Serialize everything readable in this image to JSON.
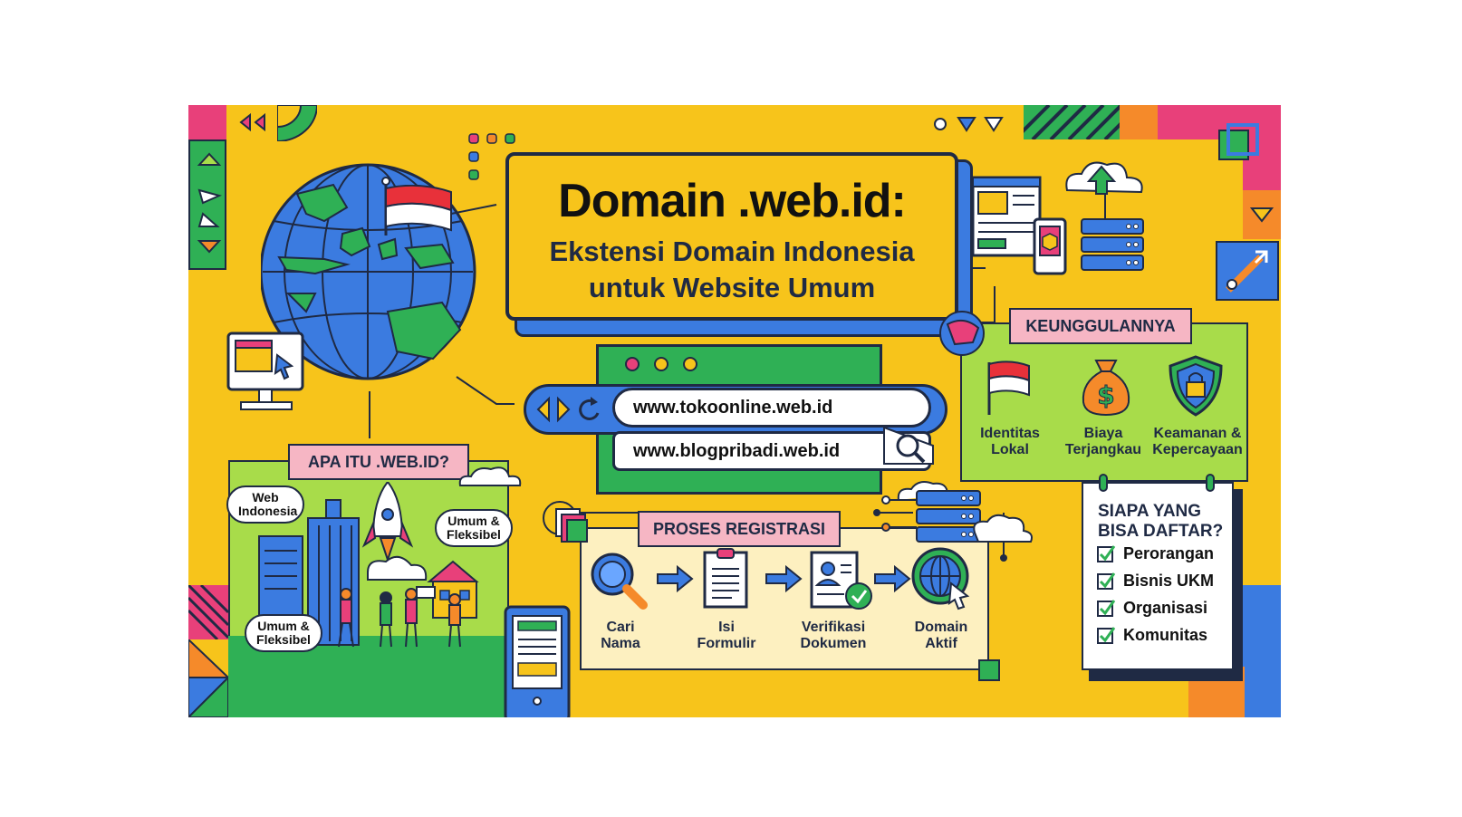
{
  "title": {
    "main": "Domain .web.id:",
    "sub_line1": "Ekstensi Domain Indonesia",
    "sub_line2": "untuk Website Umum"
  },
  "browser": {
    "url1": "www.tokoonline.web.id",
    "url2": "www.blogpribadi.web.id"
  },
  "what_is": {
    "heading": "APA ITU .WEB.ID?",
    "bubbles": [
      "Web Indonesia",
      "Umum & Fleksibel",
      "Umum & Fleksibel"
    ]
  },
  "advantages": {
    "heading": "KEUNGGULANNYA",
    "items": [
      {
        "line1": "Identitas",
        "line2": "Lokal",
        "icon": "indonesia-flag-icon"
      },
      {
        "line1": "Biaya",
        "line2": "Terjangkau",
        "icon": "money-bag-icon"
      },
      {
        "line1": "Keamanan &",
        "line2": "Kepercayaan",
        "icon": "shield-lock-icon"
      }
    ]
  },
  "registration": {
    "heading": "PROSES REGISTRASI",
    "steps": [
      {
        "line1": "Cari",
        "line2": "Nama",
        "icon": "magnifier-icon"
      },
      {
        "line1": "Isi",
        "line2": "Formulir",
        "icon": "clipboard-icon"
      },
      {
        "line1": "Verifikasi",
        "line2": "Dokumen",
        "icon": "document-verify-icon"
      },
      {
        "line1": "Domain",
        "line2": "Aktif",
        "icon": "globe-cursor-icon"
      }
    ]
  },
  "who": {
    "heading_line1": "SIAPA YANG",
    "heading_line2": "BISA DAFTAR?",
    "items": [
      "Perorangan",
      "Bisnis UKM",
      "Organisasi",
      "Komunitas"
    ]
  },
  "colors": {
    "background": "#f7c41b",
    "navy": "#1f2a44",
    "blue": "#3b7be0",
    "green": "#2fb055",
    "lime": "#a8dc4a",
    "pink": "#f6b6c4",
    "magenta": "#e8407a",
    "orange": "#f58a2a",
    "cream": "#fdf0c0"
  }
}
